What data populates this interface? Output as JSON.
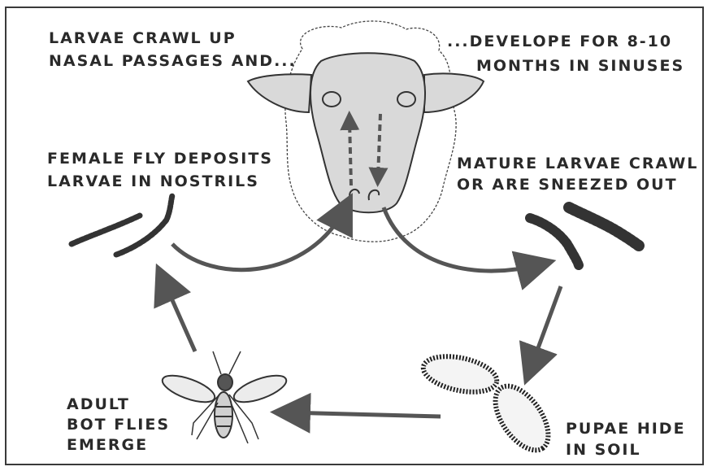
{
  "labels": {
    "larvae_crawl_up_1": "LARVAE  CRAWL  UP",
    "larvae_crawl_up_2": "NASAL  PASSAGES  AND...",
    "develope_1": "...DEVELOPE  FOR  8-10",
    "develope_2": "MONTHS  IN  SINUSES",
    "female_fly_1": "FEMALE  FLY  DEPOSITS",
    "female_fly_2": "LARVAE  IN  NOSTRILS",
    "mature_larvae_1": "MATURE  LARVAE  CRAWL",
    "mature_larvae_2": "OR  ARE  SNEEZED  OUT",
    "adult_1": "ADULT",
    "adult_2": "BOT FLIES",
    "adult_3": "EMERGE",
    "pupae_1": "PUPAE  HIDE",
    "pupae_2": "IN  SOIL"
  },
  "colors": {
    "ink": "#2a2a2a",
    "arrow": "#555555",
    "sheep_face": "#d9d9d9"
  }
}
